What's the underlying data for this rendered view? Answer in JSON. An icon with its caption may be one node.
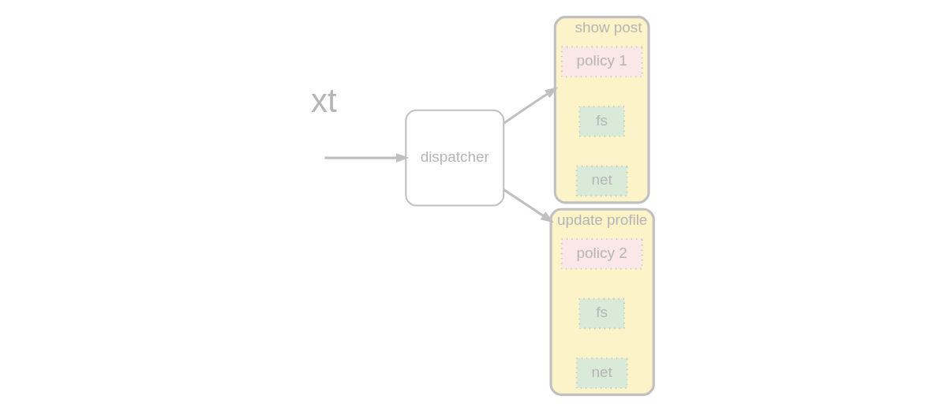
{
  "diagram": {
    "nodes": [
      {
        "text": [
          "dispatcher"
        ]
      },
      {
        "text": [
          "show post"
        ]
      },
      {
        "text": [
          "policy 1"
        ],
        "in": 1
      },
      {
        "text": [
          "fs"
        ],
        "in": 1
      },
      {
        "text": [
          "net"
        ],
        "in": 1
      },
      {
        "text": [
          "update profile"
        ]
      },
      {
        "text": [
          "policy 2"
        ],
        "in": 5
      },
      {
        "text": [
          "fs"
        ],
        "in": 5
      },
      {
        "text": [
          "net"
        ],
        "in": 5
      }
    ],
    "edges": [
      {
        "from": null,
        "to": 0,
        "arrow": "to"
      },
      {
        "from": 0,
        "to": 1,
        "arrow": "to"
      },
      {
        "from": 0,
        "to": 5,
        "arrow": "to"
      }
    ],
    "labels": [
      "xt"
    ]
  }
}
